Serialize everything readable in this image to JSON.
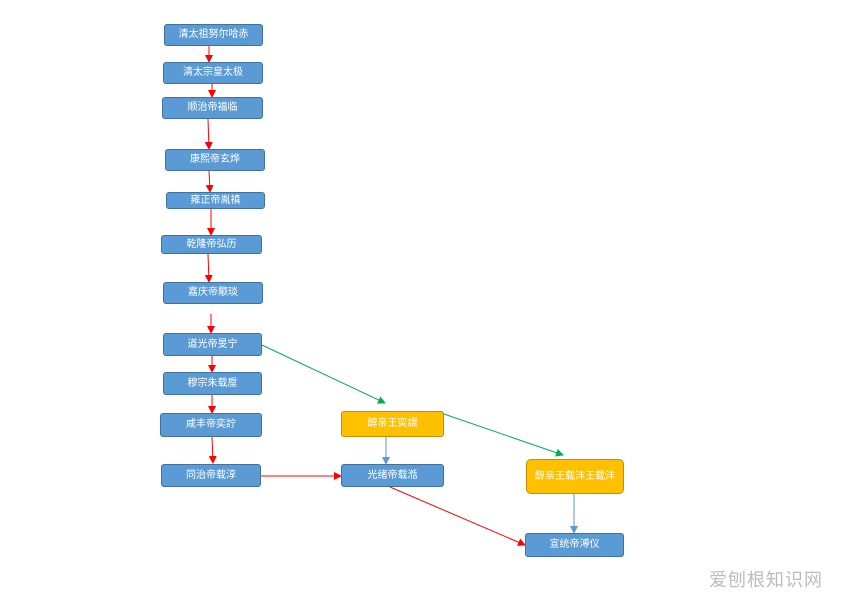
{
  "nodes": {
    "nurhaci": "清太祖努尔哈赤",
    "hongtaiji": "清太宗皇太极",
    "shunzhi": "顺治帝福临",
    "kangxi": "康熙帝玄烨",
    "yongzheng": "雍正帝胤禛",
    "qianlong": "乾隆帝弘历",
    "jiaqing": "嘉庆帝颙琰",
    "daoguang": "道光帝旻宁",
    "duke_dun": "穆宗朱载垕",
    "xianfeng": "咸丰帝奕詝",
    "tongzhi": "同治帝载淳",
    "prince_chun": "醇亲王奕譞",
    "guangxu": "光绪帝载湉",
    "prince_chun_2": "醇亲王载沣王载沣",
    "xuantong": "宣统帝溥仪"
  },
  "colors": {
    "node_blue": "#5b9bd5",
    "node_gold": "#ffc000",
    "arrow_red": "#ff0000",
    "arrow_green": "#00b050",
    "arrow_blue": "#5b9bd5"
  },
  "watermark": "爱刨根知识网"
}
